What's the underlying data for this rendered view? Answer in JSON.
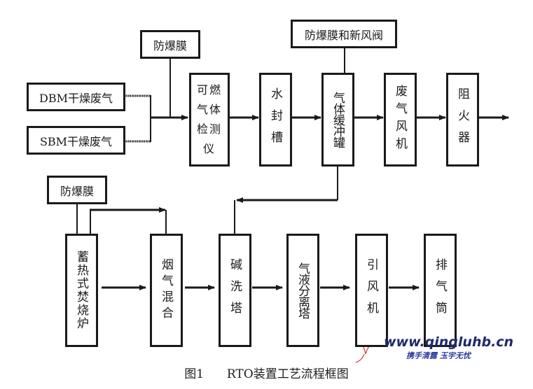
{
  "diagram": {
    "title": "RTO装置工艺流程框图",
    "caption_label": "图1",
    "caption_title": "RTO装置工艺流程框图",
    "top_row": {
      "inputs": [
        {
          "id": "dbm",
          "label": "DBM干燥废气"
        },
        {
          "id": "sbm",
          "label": "SBM干燥废气"
        }
      ],
      "side_boxes": [
        {
          "id": "membrane1",
          "label": "防爆膜",
          "attached_to": "detector"
        },
        {
          "id": "membrane_valve",
          "label": "防爆膜和新风阀",
          "attached_to": "buffer_tank"
        }
      ],
      "steps": [
        {
          "id": "detector",
          "label": "可燃气体检测仪"
        },
        {
          "id": "water_seal",
          "label": "水封槽"
        },
        {
          "id": "buffer_tank",
          "label": "气体缓冲罐"
        },
        {
          "id": "exhaust_fan",
          "label": "废气风机"
        },
        {
          "id": "flame_arrester",
          "label": "阻火器"
        }
      ]
    },
    "bottom_row": {
      "side_boxes": [
        {
          "id": "membrane2",
          "label": "防爆膜",
          "attached_to": "rto"
        }
      ],
      "steps": [
        {
          "id": "rto",
          "label": "蓄热式焚烧炉"
        },
        {
          "id": "flue_mix",
          "label": "烟气混合"
        },
        {
          "id": "alkali_wash",
          "label": "碱洗塔"
        },
        {
          "id": "gl_separator",
          "label": "气液分离塔"
        },
        {
          "id": "induced_fan",
          "label": "引风机"
        },
        {
          "id": "stack",
          "label": "排气筒"
        }
      ]
    },
    "edges": [
      [
        "dbm",
        "detector"
      ],
      [
        "sbm",
        "detector"
      ],
      [
        "detector",
        "water_seal"
      ],
      [
        "water_seal",
        "buffer_tank"
      ],
      [
        "buffer_tank",
        "exhaust_fan"
      ],
      [
        "exhaust_fan",
        "flame_arrester"
      ],
      [
        "flame_arrester",
        "out"
      ],
      [
        "buffer_tank",
        "alkali_wash"
      ],
      [
        "rto",
        "flue_mix"
      ],
      [
        "rto",
        "flue_mix_bypass"
      ],
      [
        "flue_mix",
        "alkali_wash"
      ],
      [
        "alkali_wash",
        "gl_separator"
      ],
      [
        "gl_separator",
        "induced_fan"
      ],
      [
        "induced_fan",
        "stack"
      ]
    ]
  },
  "watermark": {
    "url": "www.qingluhb.cn",
    "slogan": "携手清露 玉宇无忧"
  }
}
